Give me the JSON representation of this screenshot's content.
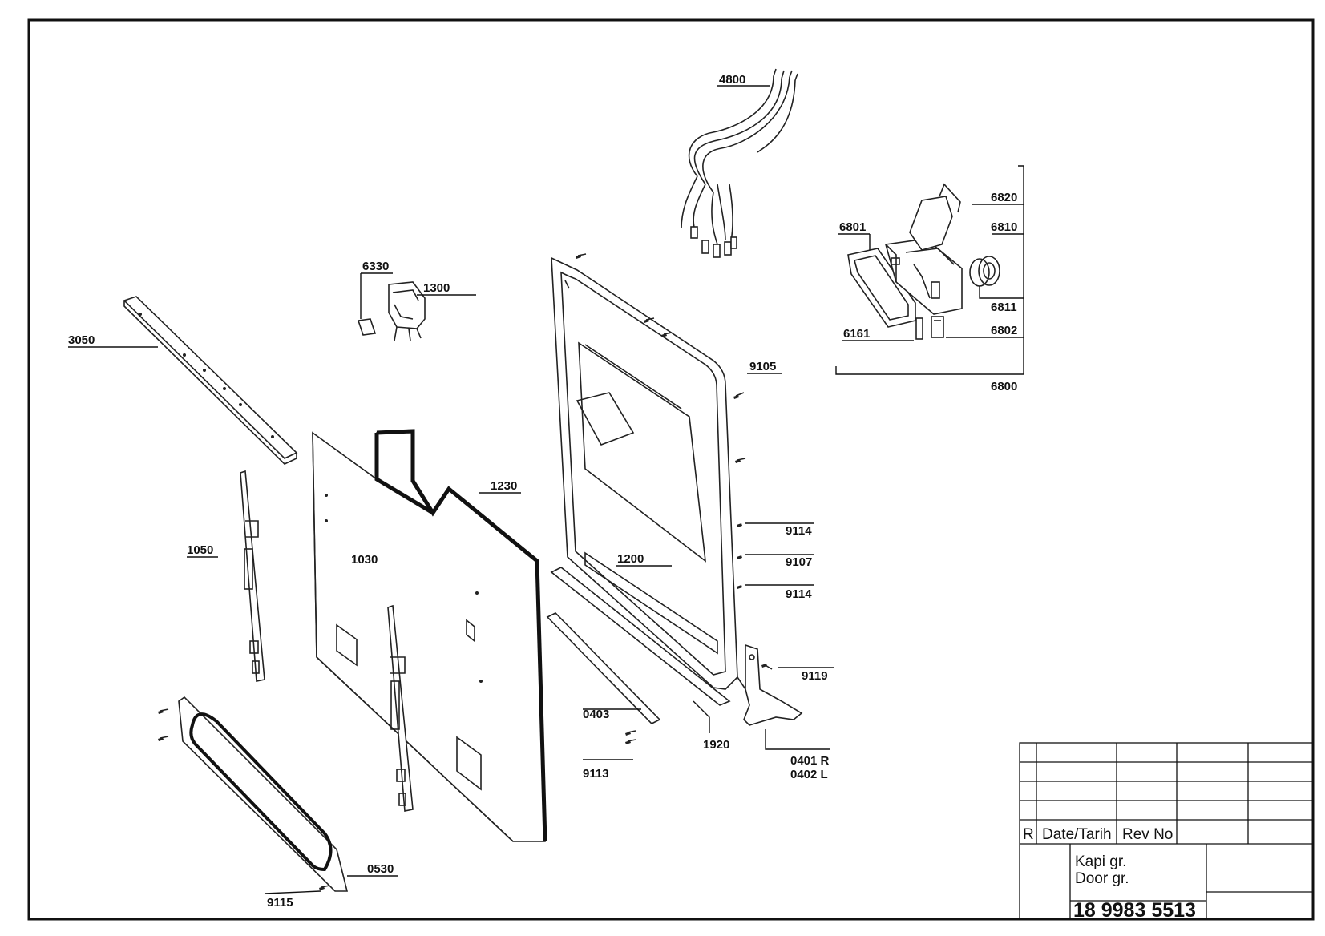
{
  "labels": {
    "p4800": "4800",
    "p6820": "6820",
    "p6810": "6810",
    "p6801": "6801",
    "p6811": "6811",
    "p6161": "6161",
    "p6802": "6802",
    "p6800": "6800",
    "p6330": "6330",
    "p1300": "1300",
    "p3050": "3050",
    "p9105": "9105",
    "p1230": "1230",
    "p1050": "1050",
    "p1030": "1030",
    "p1200": "1200",
    "p9114a": "9114",
    "p9107": "9107",
    "p9114b": "9114",
    "p9119": "9119",
    "p0403": "0403",
    "p1920": "1920",
    "p0401": "0401 R",
    "p0402": "0402 L",
    "p9113": "9113",
    "p0530": "0530",
    "p9115": "9115"
  },
  "title_block": {
    "rev_mark": "R",
    "date_header": "Date/Tarih",
    "rev_header": "Rev No",
    "title_line1": "Kapi gr.",
    "title_line2": "Door gr.",
    "drawing_number": "18 9983 5513"
  }
}
